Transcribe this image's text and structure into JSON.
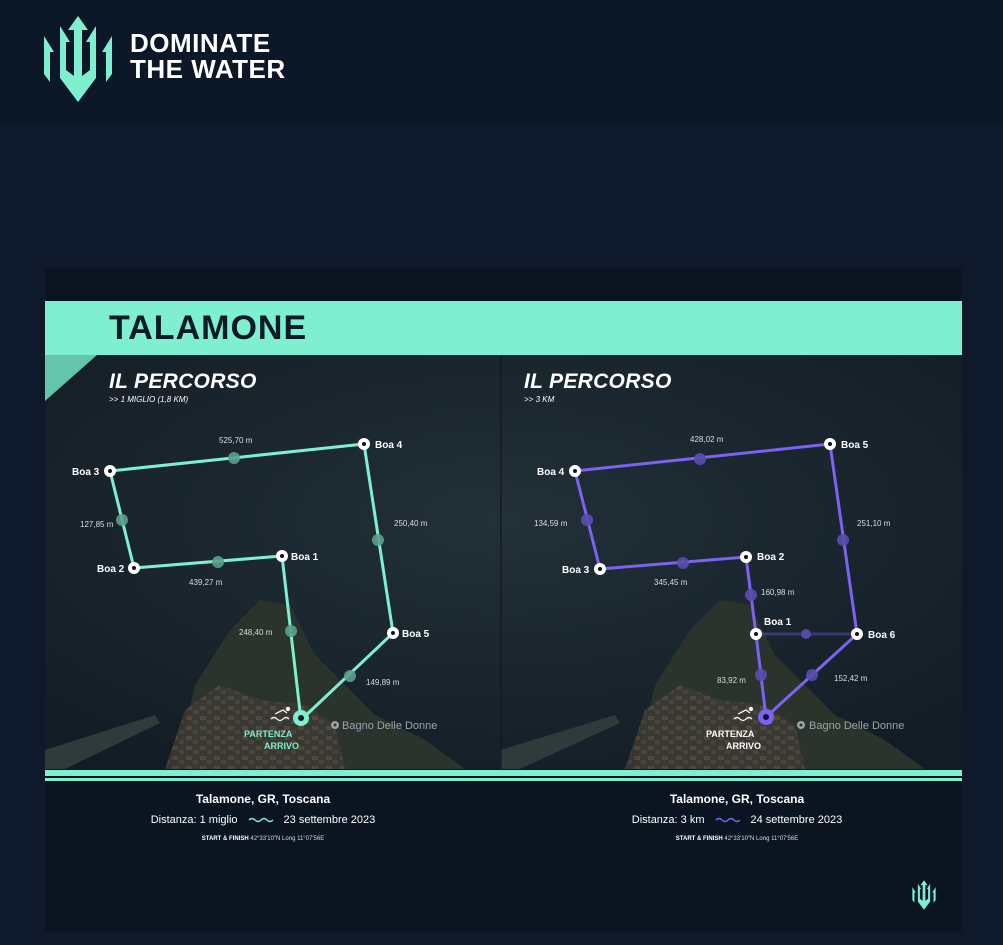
{
  "brand": {
    "line1": "DOMINATE",
    "line2": "THE WATER",
    "accent_color": "#7ef0d0"
  },
  "banner": {
    "title": "TALAMONE"
  },
  "routes": [
    {
      "title": "IL PERCORSO",
      "subtitle": ">> 1 MIGLIO (1,8 KM)",
      "line_color": "#7ef0d0",
      "buoys": [
        "Boa 1",
        "Boa 2",
        "Boa 3",
        "Boa 4",
        "Boa 5"
      ],
      "distances": [
        "525,70 m",
        "127,85 m",
        "439,27 m",
        "250,40 m",
        "248,40 m",
        "149,89 m"
      ],
      "start_label": "PARTENZA",
      "finish_label": "ARRIVO",
      "place_label": "Bagno Delle Donne",
      "location": "Talamone, GR, Toscana",
      "distance_text": "Distanza: 1 miglio",
      "date": "23 settembre 2023",
      "coords_label": "START & FINISH",
      "coords": "42°33'10\"N Long 11°07'56E"
    },
    {
      "title": "IL PERCORSO",
      "subtitle": ">> 3 KM",
      "line_color": "#7b62f0",
      "buoys": [
        "Boa 1",
        "Boa 2",
        "Boa 3",
        "Boa 4",
        "Boa 5",
        "Boa 6"
      ],
      "distances": [
        "428,02 m",
        "134,59 m",
        "345,45 m",
        "251,10 m",
        "160,98 m",
        "83,92 m",
        "152,42 m"
      ],
      "start_label": "PARTENZA",
      "finish_label": "ARRIVO",
      "place_label": "Bagno Delle Donne",
      "location": "Talamone, GR, Toscana",
      "distance_text": "Distanza: 3 km",
      "date": "24 settembre 2023",
      "coords_label": "START & FINISH",
      "coords": "42°33'10\"N Long 11°07'56E"
    }
  ]
}
